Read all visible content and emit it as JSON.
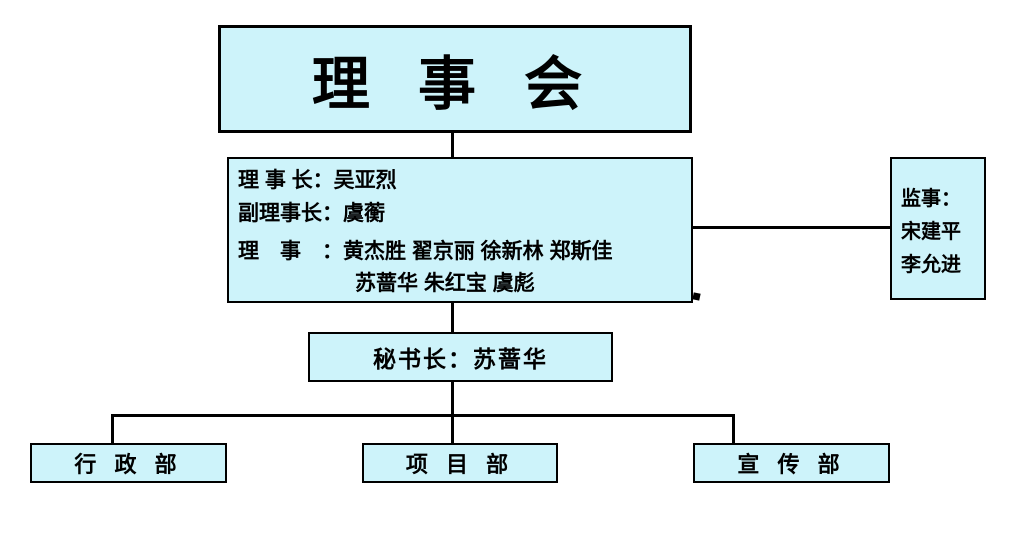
{
  "colors": {
    "box_fill": "#cdf3fa",
    "line": "#000000",
    "background": "#ffffff"
  },
  "board": {
    "label": "理 事 会"
  },
  "leadership": {
    "lines": [
      "理 事 长：吴亚烈",
      "副理事长：虞蘅",
      "理　事　：黄杰胜 翟京丽 徐新林 郑斯佳",
      "苏蔷华 朱红宝 虞彪"
    ]
  },
  "supervisors": {
    "lines": [
      "监事：",
      "宋建平",
      "李允进"
    ]
  },
  "secretary": {
    "label": "秘书长：苏蔷华"
  },
  "departments": [
    {
      "label": "行 政 部"
    },
    {
      "label": "项 目 部"
    },
    {
      "label": "宣 传 部"
    }
  ]
}
